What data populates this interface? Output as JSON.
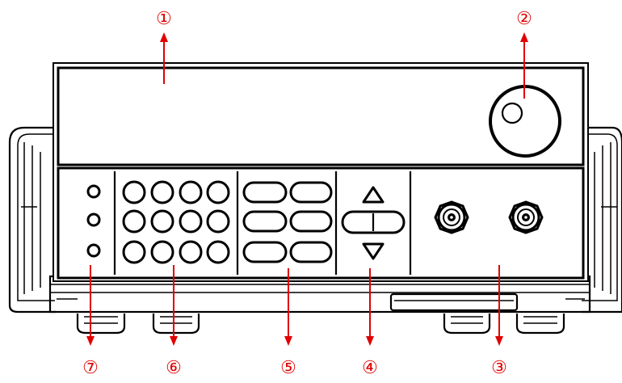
{
  "callouts": [
    {
      "id": "1",
      "label": "①"
    },
    {
      "id": "2",
      "label": "②"
    },
    {
      "id": "3",
      "label": "③"
    },
    {
      "id": "4",
      "label": "④"
    },
    {
      "id": "5",
      "label": "⑤"
    },
    {
      "id": "6",
      "label": "⑥"
    },
    {
      "id": "7",
      "label": "⑦"
    }
  ],
  "colors": {
    "callout": "#e00000",
    "outline": "#000000",
    "background": "#ffffff"
  }
}
